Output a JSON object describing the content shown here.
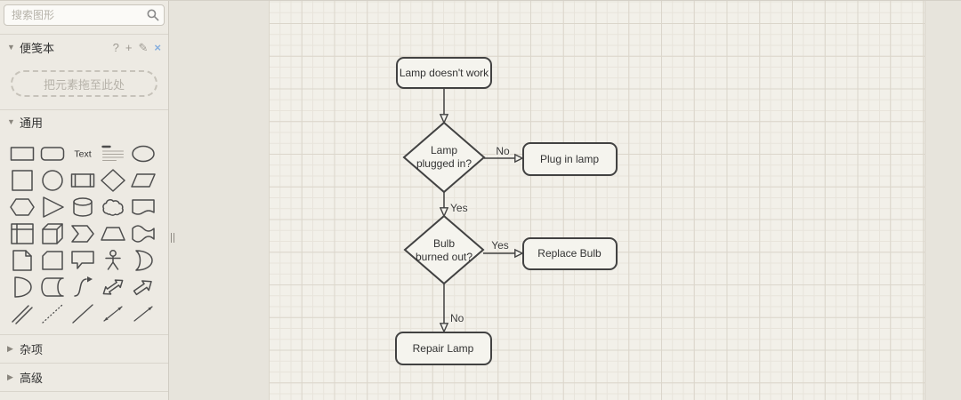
{
  "sidebar": {
    "search": {
      "placeholder": "搜索图形"
    },
    "scratchpad": {
      "title": "便笺本",
      "help_icon": "?",
      "add_icon": "+",
      "edit_icon": "✎",
      "close_icon": "×",
      "dropzone_text": "把元素拖至此处"
    },
    "general": {
      "title": "通用",
      "text_label": "Text",
      "shapes": [
        "rectangle",
        "rounded-rectangle",
        "text",
        "textbox",
        "ellipse",
        "square",
        "circle",
        "process",
        "diamond",
        "parallelogram",
        "hexagon",
        "triangle",
        "cylinder",
        "cloud",
        "document",
        "internal-storage",
        "cube",
        "step",
        "trapezoid",
        "tape",
        "note",
        "card",
        "callout",
        "actor",
        "or",
        "and",
        "data-storage",
        "curve",
        "bidirectional-arrow",
        "arrow",
        "link",
        "dotted-line",
        "line",
        "bidirectional-connector",
        "directional-connector"
      ]
    },
    "misc": {
      "title": "杂项"
    },
    "advanced": {
      "title": "高级"
    }
  },
  "flowchart": {
    "nodes": {
      "start": {
        "label": "Lamp doesn't work"
      },
      "plugged": {
        "line1": "Lamp",
        "line2": "plugged in?"
      },
      "plug": {
        "label": "Plug in lamp"
      },
      "burned": {
        "line1": "Bulb",
        "line2": "burned out?"
      },
      "replace": {
        "label": "Replace Bulb"
      },
      "repair": {
        "label": "Repair Lamp"
      }
    },
    "edges": {
      "plugged_no": "No",
      "plugged_yes": "Yes",
      "burned_yes": "Yes",
      "burned_no": "No"
    }
  },
  "colors": {
    "shape_stroke": "#424242",
    "shape_fill": "#f5f4ee",
    "scratchpad_close_blue": "#85aede",
    "page_background": "#f2f0e9"
  }
}
